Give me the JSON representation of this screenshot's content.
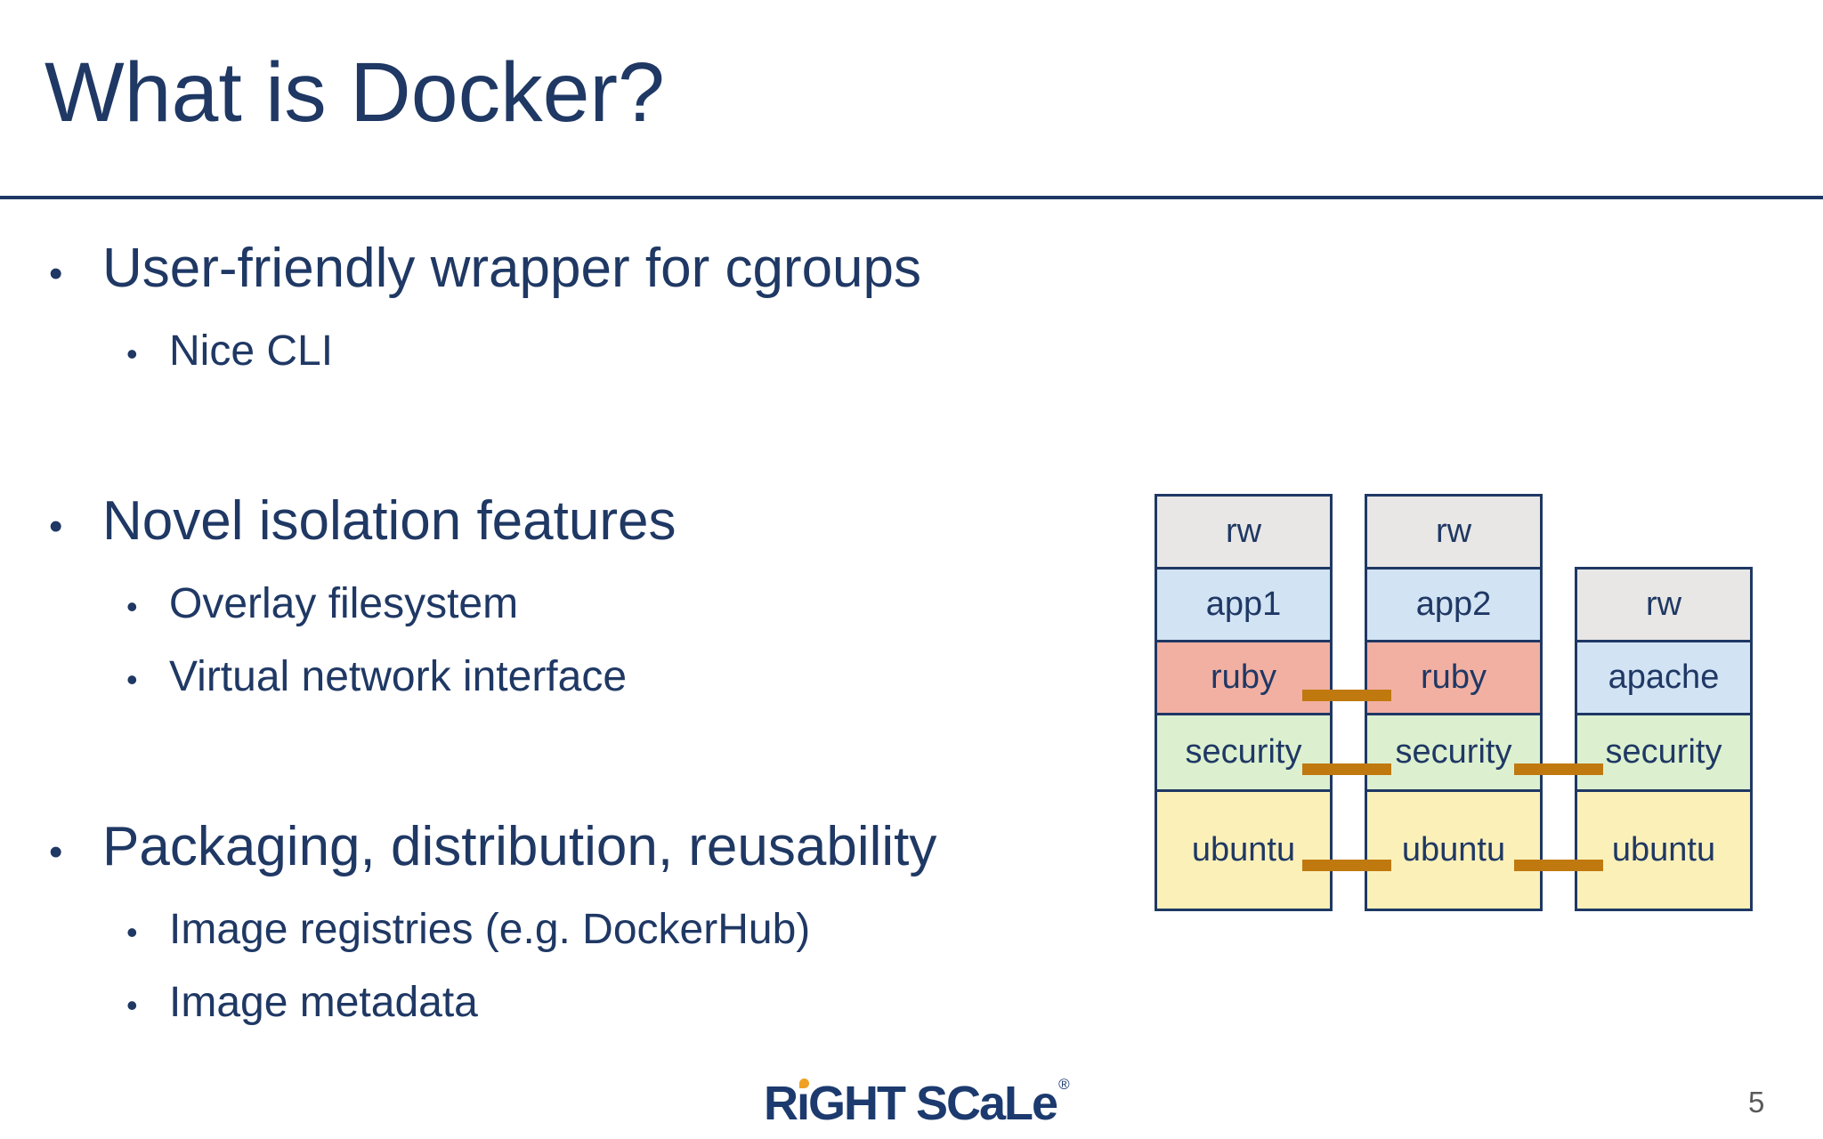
{
  "title": "What is Docker?",
  "page_number": "5",
  "bullet_char": "•",
  "colors": {
    "text": "#1f3864",
    "rule": "#1f3864",
    "page_number": "#595959"
  },
  "bullets": [
    {
      "text": "User-friendly wrapper for cgroups",
      "sub": [
        "Nice CLI"
      ]
    },
    {
      "text": "Novel isolation features",
      "sub": [
        "Overlay filesystem",
        "Virtual network interface"
      ]
    },
    {
      "text": "Packaging, distribution, reusability",
      "sub": [
        "Image registries (e.g. DockerHub)",
        "Image metadata"
      ]
    }
  ],
  "diagram": {
    "colors": {
      "border": "#1f3864",
      "label": "#1f3864",
      "rw": "#e8e7e5",
      "app": "#d2e3f4",
      "ruby": "#f2b0a2",
      "security": "#dcf0cf",
      "ubuntu": "#fbf0b8",
      "connector": "#c0790f"
    },
    "stacks": [
      {
        "layers": [
          {
            "label": "rw"
          },
          {
            "label": "app1"
          },
          {
            "label": "ruby"
          },
          {
            "label": "security"
          },
          {
            "label": "ubuntu"
          }
        ]
      },
      {
        "layers": [
          {
            "label": "rw"
          },
          {
            "label": "app2"
          },
          {
            "label": "ruby"
          },
          {
            "label": "security"
          },
          {
            "label": "ubuntu"
          }
        ]
      },
      {
        "layers": [
          {
            "label": "rw"
          },
          {
            "label": "apache"
          },
          {
            "label": "security"
          },
          {
            "label": "ubuntu"
          }
        ]
      }
    ],
    "shared_layers": [
      {
        "layer": "ruby",
        "between": [
          "stack-1",
          "stack-2"
        ]
      },
      {
        "layer": "security",
        "between": [
          "stack-1",
          "stack-2",
          "stack-3"
        ]
      },
      {
        "layer": "ubuntu",
        "between": [
          "stack-1",
          "stack-2",
          "stack-3"
        ]
      }
    ]
  },
  "logo": {
    "part1": "R",
    "i_char": "ı",
    "part2": "GHT SCaLe",
    "reg": "®",
    "navy": "#1c3a6e",
    "orange": "#f0a125"
  }
}
